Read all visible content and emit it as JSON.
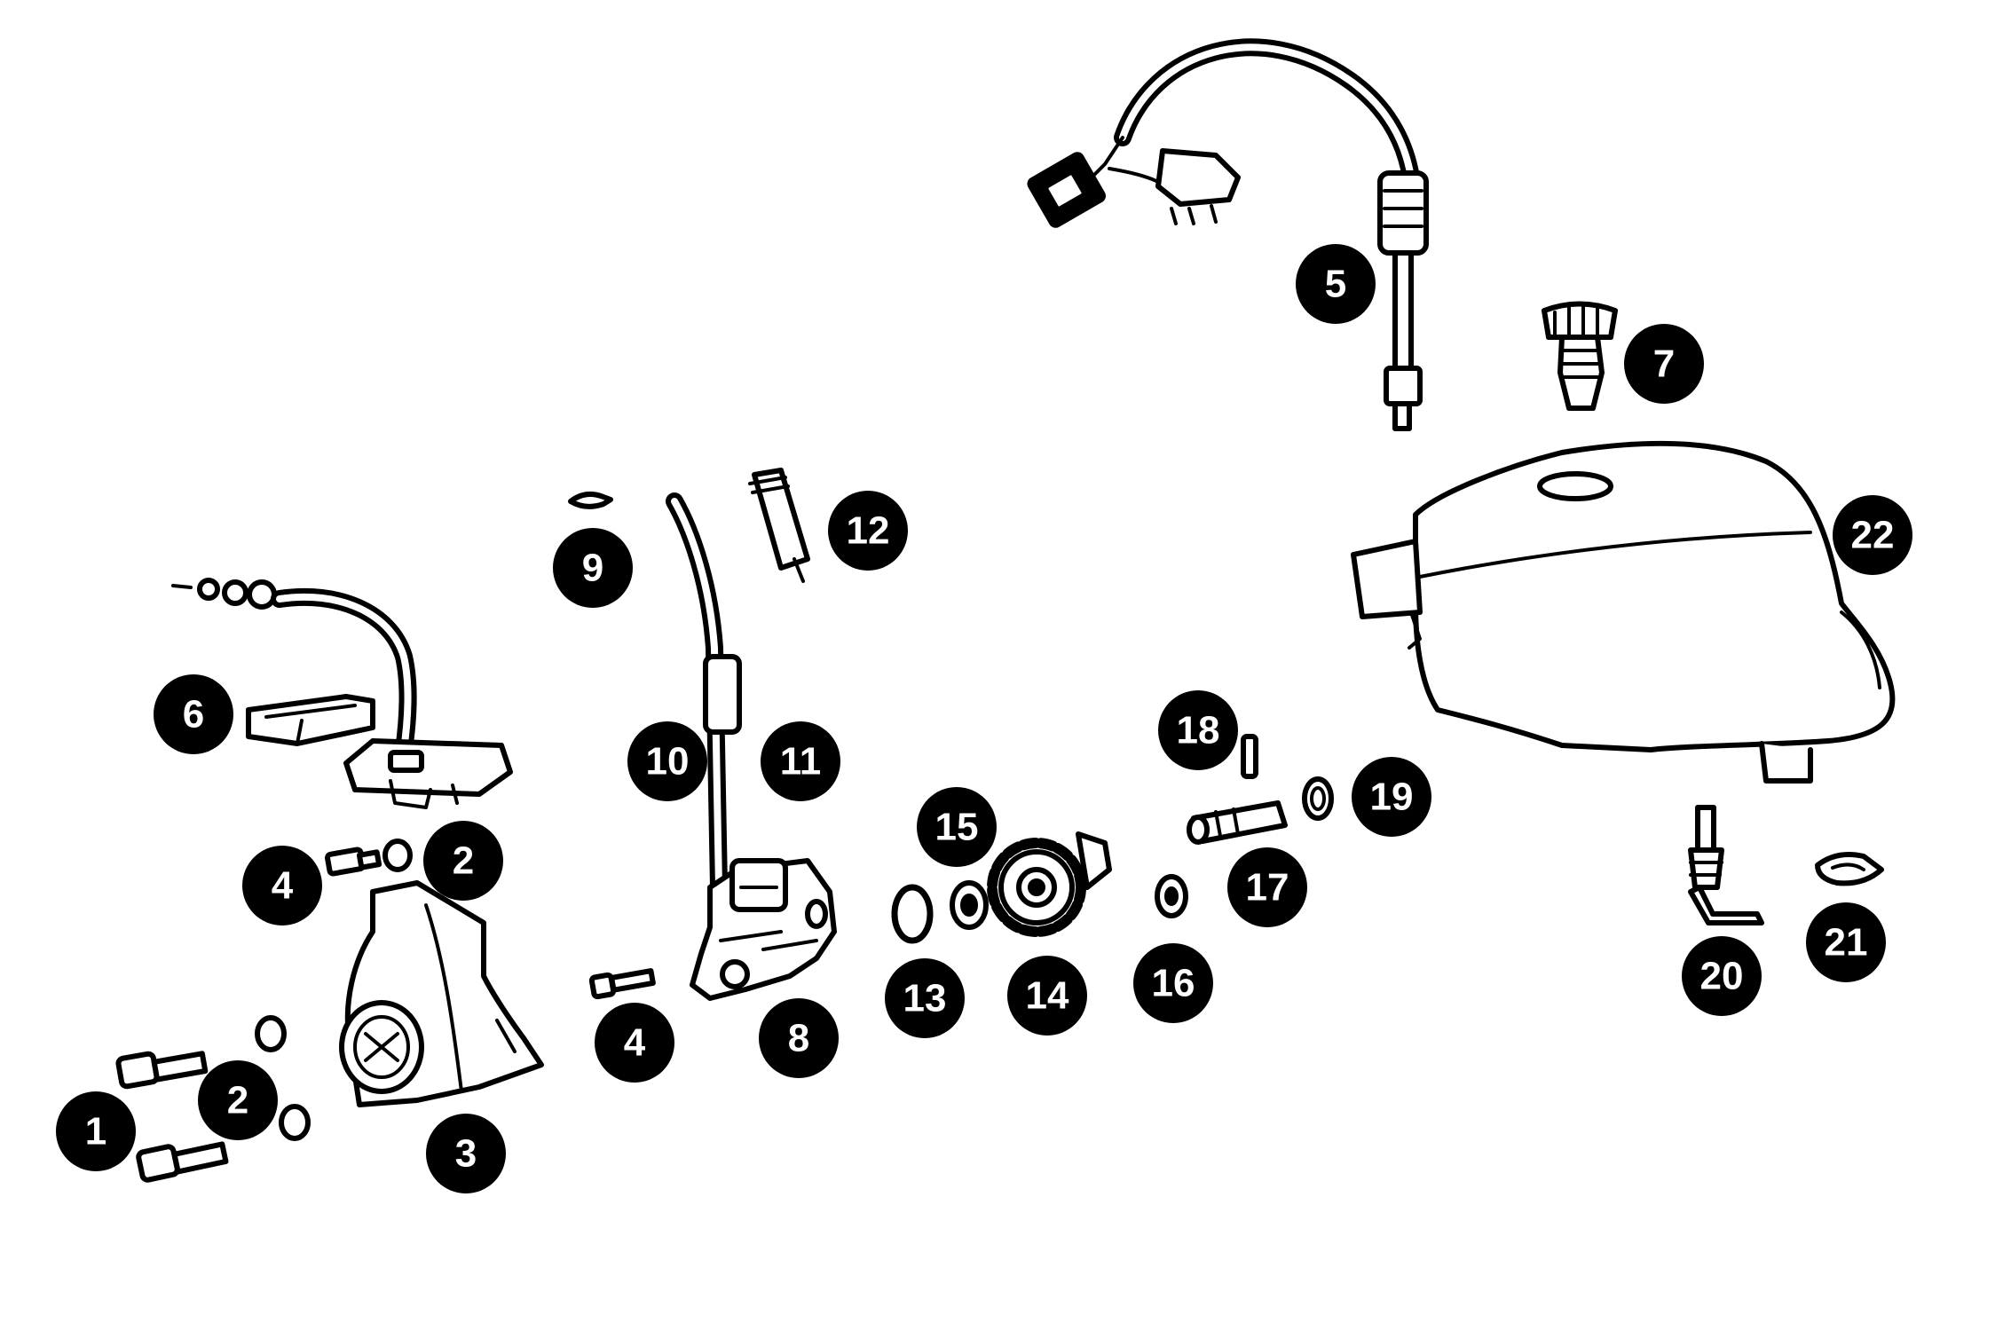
{
  "diagram": {
    "callout_color": "#000000",
    "callout_text_color": "#ffffff",
    "line_color": "#000000",
    "background": "#ffffff",
    "callouts": [
      {
        "id": "c1",
        "label": "1"
      },
      {
        "id": "c2a",
        "label": "2"
      },
      {
        "id": "c2b",
        "label": "2"
      },
      {
        "id": "c3",
        "label": "3"
      },
      {
        "id": "c4a",
        "label": "4"
      },
      {
        "id": "c4b",
        "label": "4"
      },
      {
        "id": "c5",
        "label": "5"
      },
      {
        "id": "c6",
        "label": "6"
      },
      {
        "id": "c7",
        "label": "7"
      },
      {
        "id": "c8",
        "label": "8"
      },
      {
        "id": "c9",
        "label": "9"
      },
      {
        "id": "c10",
        "label": "10"
      },
      {
        "id": "c11",
        "label": "11"
      },
      {
        "id": "c12",
        "label": "12"
      },
      {
        "id": "c13",
        "label": "13"
      },
      {
        "id": "c14",
        "label": "14"
      },
      {
        "id": "c15",
        "label": "15"
      },
      {
        "id": "c16",
        "label": "16"
      },
      {
        "id": "c17",
        "label": "17"
      },
      {
        "id": "c18",
        "label": "18"
      },
      {
        "id": "c19",
        "label": "19"
      },
      {
        "id": "c20",
        "label": "20"
      },
      {
        "id": "c21",
        "label": "21"
      },
      {
        "id": "c22",
        "label": "22"
      }
    ]
  }
}
